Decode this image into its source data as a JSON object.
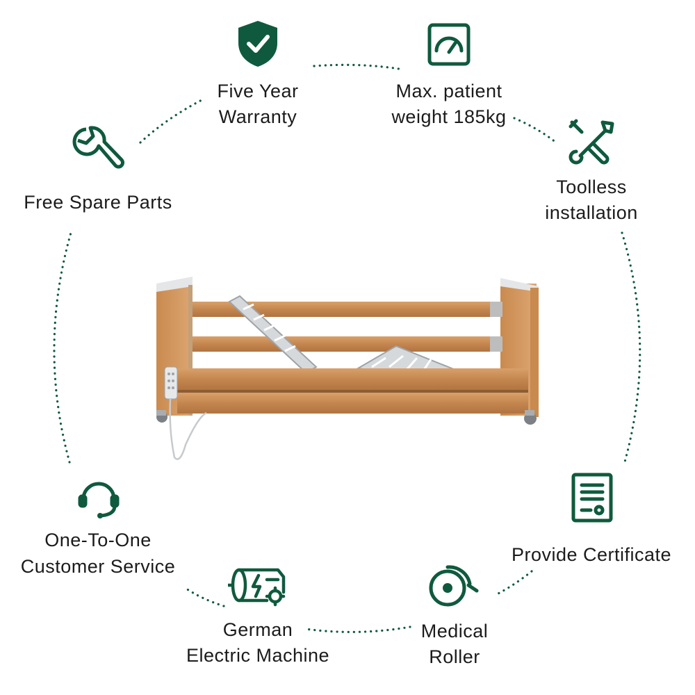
{
  "colors": {
    "accent": "#0f5a3e",
    "wood": "#c98a4e",
    "steel": "#c8ccd0"
  },
  "features": {
    "warranty": {
      "line1": "Five Year",
      "line2": "Warranty",
      "icon": "shield-check-icon"
    },
    "weight": {
      "line1": "Max. patient",
      "line2": "weight 185kg",
      "icon": "gauge-icon"
    },
    "toolless": {
      "line1": "Toolless",
      "line2": "installation",
      "icon": "wrench-screwdriver-icon"
    },
    "spare": {
      "line1": "Free Spare Parts",
      "icon": "wrench-icon"
    },
    "service": {
      "line1": "One-To-One",
      "line2": "Customer Service",
      "icon": "headset-icon"
    },
    "certificate": {
      "line1": "Provide Certificate",
      "icon": "certificate-icon"
    },
    "motor": {
      "line1": "German",
      "line2": "Electric Machine",
      "icon": "electric-motor-icon"
    },
    "roller": {
      "line1": "Medical",
      "line2": "Roller",
      "icon": "wheel-icon"
    }
  }
}
